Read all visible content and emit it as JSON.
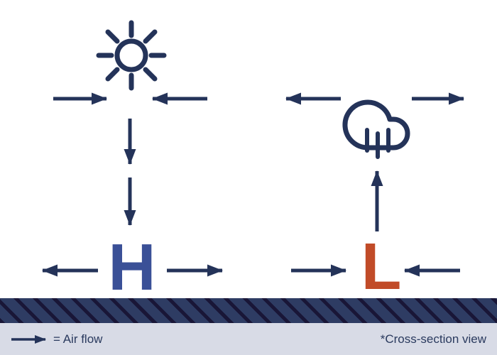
{
  "diagram": {
    "high_system": {
      "label": "H",
      "label_color": "#3A5097",
      "icon": "sun-icon",
      "airflow": [
        "upper-convergence-left",
        "upper-convergence-right",
        "descending-1",
        "descending-2",
        "surface-divergence-left",
        "surface-divergence-right"
      ]
    },
    "low_system": {
      "label": "L",
      "label_color": "#C14B28",
      "icon": "rain-cloud-icon",
      "airflow": [
        "upper-divergence-left",
        "upper-divergence-right",
        "rising",
        "surface-convergence-left",
        "surface-convergence-right"
      ]
    },
    "colors": {
      "arrow_navy": "#243359",
      "ground_base": "#2E3C63",
      "ground_stripe": "#191637",
      "footer_background": "#D8DBE6",
      "background": "#FFFFFF"
    }
  },
  "footer": {
    "legend_label": "= Air flow",
    "note": "*Cross-section view"
  }
}
